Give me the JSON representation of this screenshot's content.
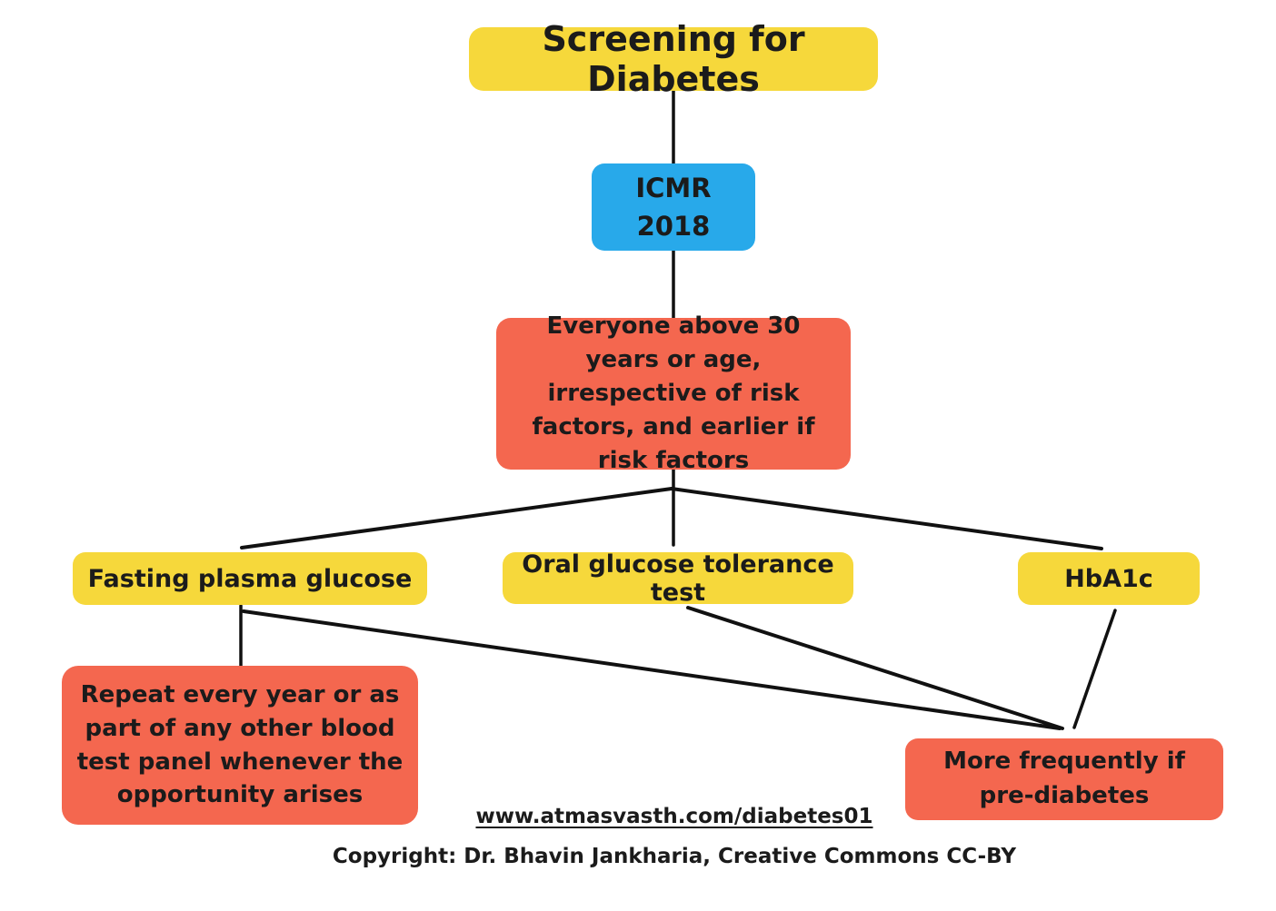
{
  "diagram": {
    "title": "Screening for Diabetes",
    "source": "ICMR\n2018",
    "population": "Everyone above 30 years or age, irrespective of risk factors, and earlier if risk factors",
    "tests": {
      "fpg": "Fasting plasma glucose",
      "ogtt": "Oral glucose tolerance test",
      "hba1c": "HbA1c"
    },
    "notes": {
      "fpg_repeat": "Repeat every year or as part of any other blood test panel whenever the opportunity arises",
      "prediabetes": "More frequently if pre-diabetes"
    }
  },
  "footer": {
    "link": "www.atmasvasth.com/diabetes01",
    "copyright": "Copyright: Dr. Bhavin Jankharia, Creative Commons CC-BY"
  },
  "colors": {
    "yellow": "#F6D83B",
    "blue": "#28A9EA",
    "red": "#F4674F",
    "line": "#111111",
    "text": "#1b1b1b",
    "background": "#FFFFFF"
  }
}
